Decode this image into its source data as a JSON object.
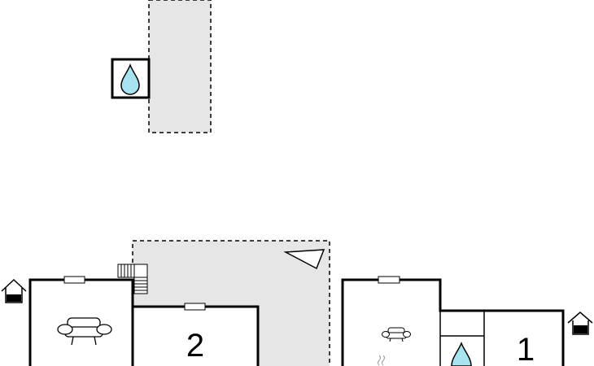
{
  "floor_plan": {
    "rooms": [
      {
        "id": "room-2",
        "label": "2"
      },
      {
        "id": "room-1",
        "label": "1"
      }
    ],
    "icons": [
      "water-drop-icon",
      "sofa-icon",
      "stairs-icon",
      "house-entrance-icon",
      "compass-arrow-icon",
      "heating-icon"
    ],
    "colors": {
      "terrace": "#e6e6e6",
      "water": "#a8e4ef",
      "wall": "#000000",
      "background": "#ffffff"
    }
  }
}
